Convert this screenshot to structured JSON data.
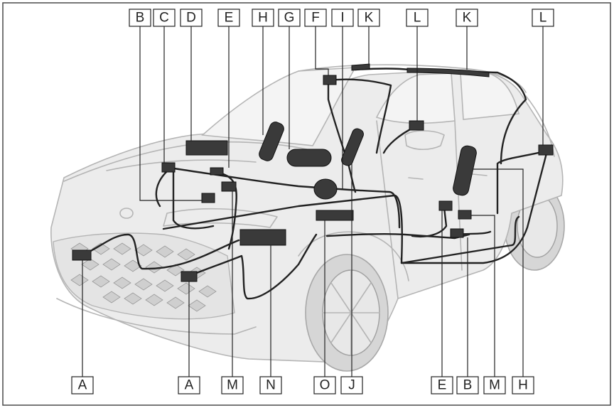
{
  "labels_top": [
    "B",
    "C",
    "D",
    "E",
    "H",
    "G",
    "F",
    "I",
    "K",
    "L",
    "K",
    "L"
  ],
  "labels_bottom": [
    "A",
    "A",
    "M",
    "N",
    "O",
    "J",
    "E",
    "B",
    "M",
    "H"
  ]
}
